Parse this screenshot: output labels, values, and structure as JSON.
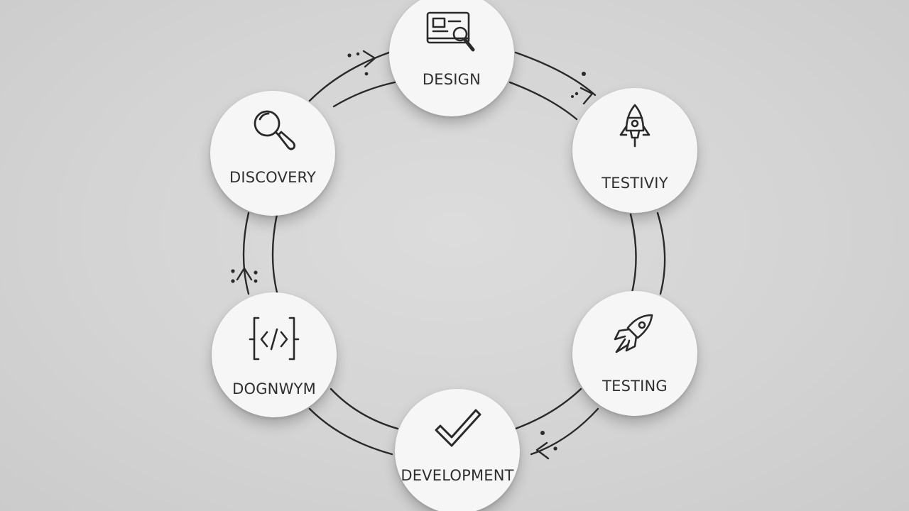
{
  "diagram": {
    "colors": {
      "background": "#d4d4d4",
      "node_fill": "#f6f6f6",
      "stroke": "#2a2a2a",
      "text": "#2f2f2f"
    },
    "nodes": [
      {
        "id": "design",
        "label": "DESIGN",
        "icon": "ui-card-magnifier-icon"
      },
      {
        "id": "testing-top",
        "label": "TESTIVIY",
        "icon": "rocket-icon"
      },
      {
        "id": "testing",
        "label": "TESTING",
        "icon": "rocket-launch-icon"
      },
      {
        "id": "development",
        "label": "DEVELOPMENT",
        "icon": "checkmark-icon"
      },
      {
        "id": "code",
        "label": "DOGNWYM",
        "icon": "code-brackets-icon"
      },
      {
        "id": "discovery",
        "label": "DISCOVERY",
        "icon": "magnifying-glass-icon"
      }
    ],
    "flow": "clockwise cycle"
  }
}
